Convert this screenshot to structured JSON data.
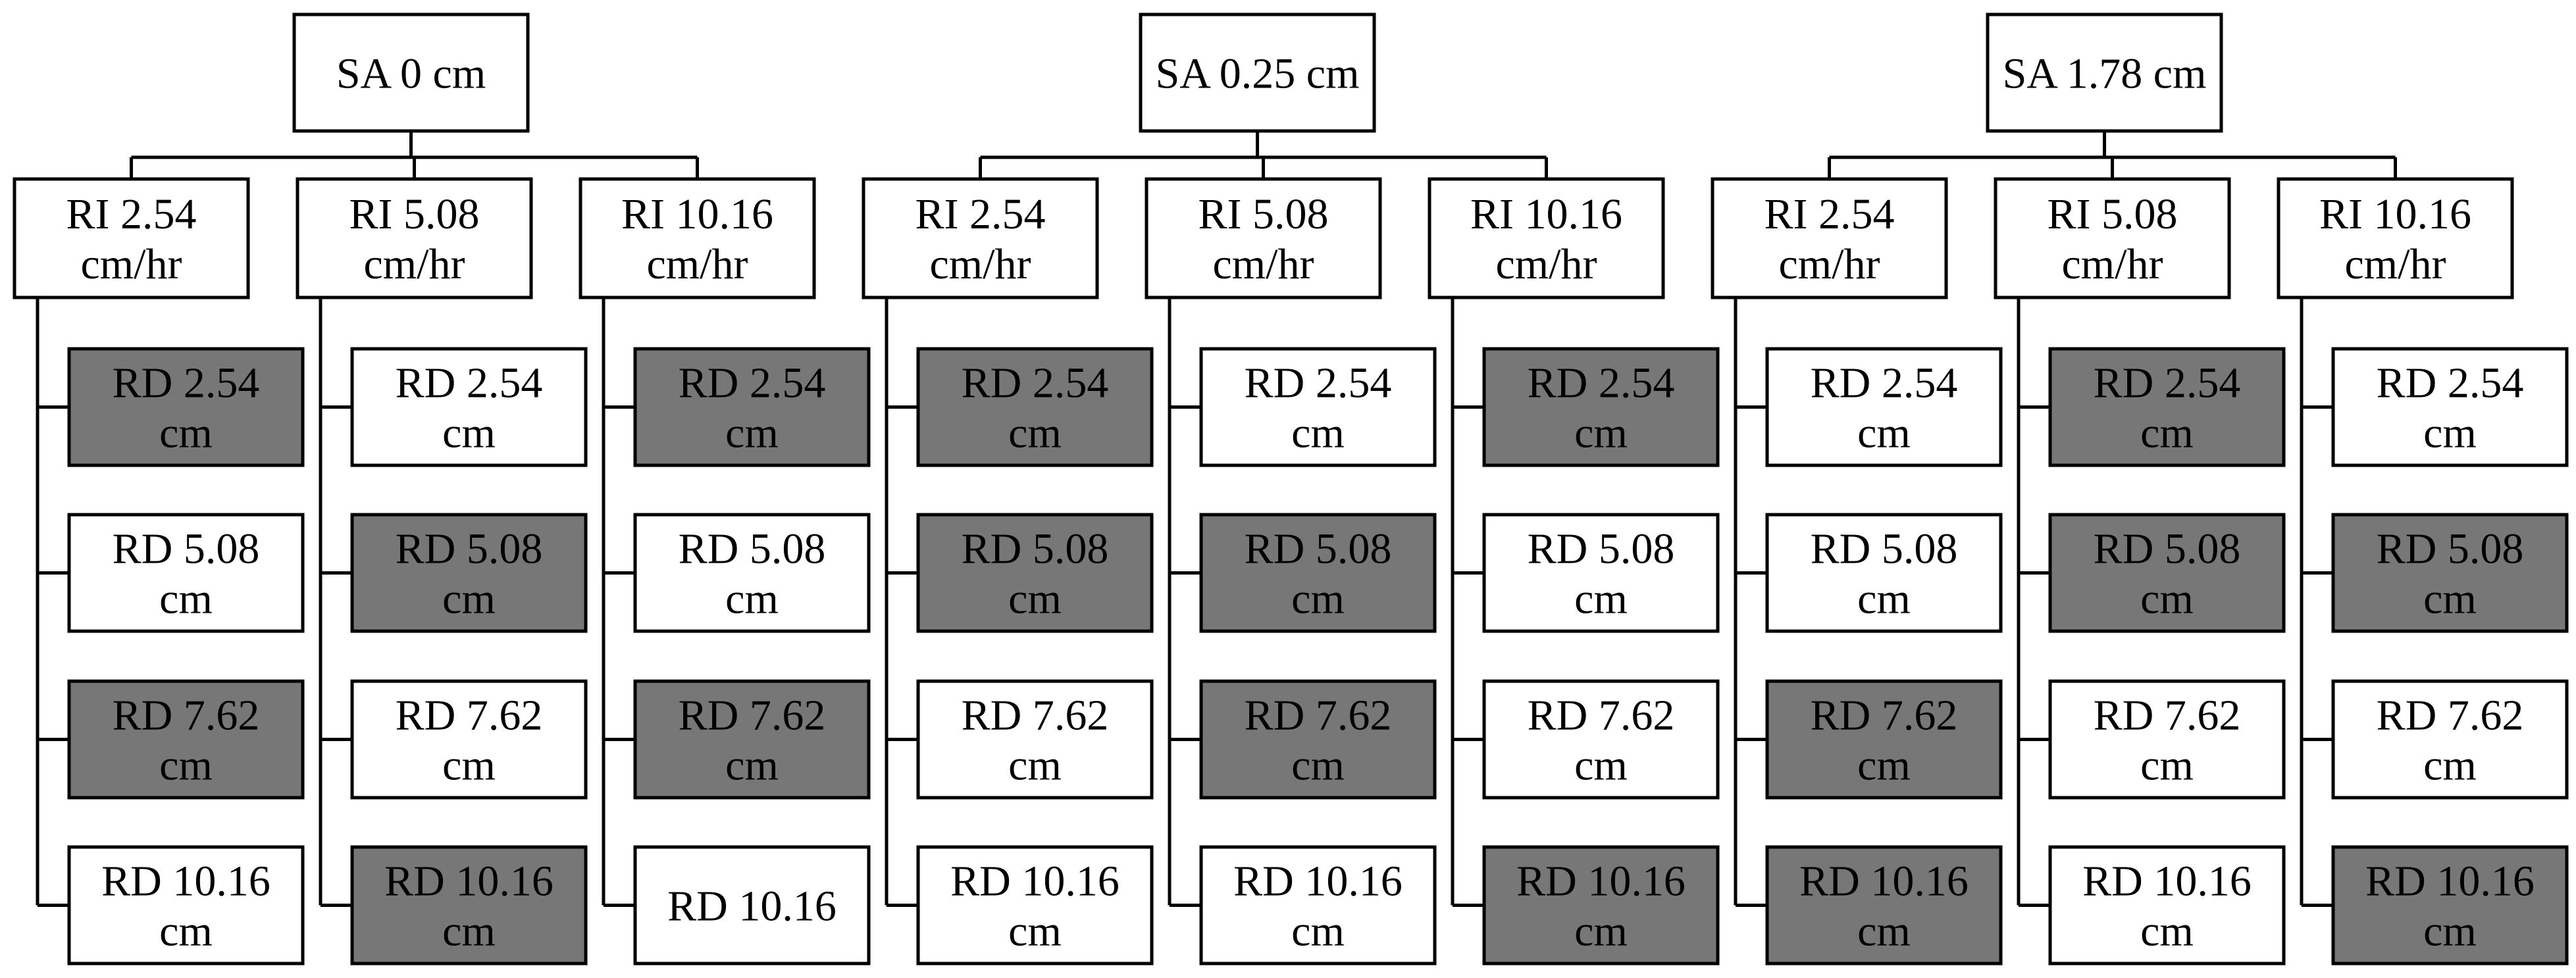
{
  "colors": {
    "highlight_fill": "#777777",
    "plain_fill": "#ffffff",
    "line": "#000000"
  },
  "groups": [
    {
      "label": "SA 0 cm",
      "branches": [
        {
          "label": [
            "RI 2.54",
            "cm/hr"
          ],
          "leaves": [
            {
              "label": [
                "RD 2.54",
                "cm"
              ],
              "highlighted": true
            },
            {
              "label": [
                "RD 5.08",
                "cm"
              ],
              "highlighted": false
            },
            {
              "label": [
                "RD 7.62",
                "cm"
              ],
              "highlighted": true
            },
            {
              "label": [
                "RD 10.16",
                "cm"
              ],
              "highlighted": false
            }
          ]
        },
        {
          "label": [
            "RI 5.08",
            "cm/hr"
          ],
          "leaves": [
            {
              "label": [
                "RD 2.54",
                "cm"
              ],
              "highlighted": false
            },
            {
              "label": [
                "RD 5.08",
                "cm"
              ],
              "highlighted": true
            },
            {
              "label": [
                "RD 7.62",
                "cm"
              ],
              "highlighted": false
            },
            {
              "label": [
                "RD 10.16",
                "cm"
              ],
              "highlighted": true
            }
          ]
        },
        {
          "label": [
            "RI 10.16",
            "cm/hr"
          ],
          "leaves": [
            {
              "label": [
                "RD 2.54",
                "cm"
              ],
              "highlighted": true
            },
            {
              "label": [
                "RD 5.08",
                "cm"
              ],
              "highlighted": false
            },
            {
              "label": [
                "RD 7.62",
                "cm"
              ],
              "highlighted": true
            },
            {
              "label": [
                "RD 10.16"
              ],
              "highlighted": false
            }
          ]
        }
      ]
    },
    {
      "label": "SA 0.25 cm",
      "branches": [
        {
          "label": [
            "RI 2.54",
            "cm/hr"
          ],
          "leaves": [
            {
              "label": [
                "RD 2.54",
                "cm"
              ],
              "highlighted": true
            },
            {
              "label": [
                "RD 5.08",
                "cm"
              ],
              "highlighted": true
            },
            {
              "label": [
                "RD 7.62",
                "cm"
              ],
              "highlighted": false
            },
            {
              "label": [
                "RD 10.16",
                "cm"
              ],
              "highlighted": false
            }
          ]
        },
        {
          "label": [
            "RI 5.08",
            "cm/hr"
          ],
          "leaves": [
            {
              "label": [
                "RD 2.54",
                "cm"
              ],
              "highlighted": false
            },
            {
              "label": [
                "RD 5.08",
                "cm"
              ],
              "highlighted": true
            },
            {
              "label": [
                "RD 7.62",
                "cm"
              ],
              "highlighted": true
            },
            {
              "label": [
                "RD 10.16",
                "cm"
              ],
              "highlighted": false
            }
          ]
        },
        {
          "label": [
            "RI 10.16",
            "cm/hr"
          ],
          "leaves": [
            {
              "label": [
                "RD 2.54",
                "cm"
              ],
              "highlighted": true
            },
            {
              "label": [
                "RD 5.08",
                "cm"
              ],
              "highlighted": false
            },
            {
              "label": [
                "RD 7.62",
                "cm"
              ],
              "highlighted": false
            },
            {
              "label": [
                "RD 10.16",
                "cm"
              ],
              "highlighted": true
            }
          ]
        }
      ]
    },
    {
      "label": "SA 1.78 cm",
      "branches": [
        {
          "label": [
            "RI 2.54",
            "cm/hr"
          ],
          "leaves": [
            {
              "label": [
                "RD 2.54",
                "cm"
              ],
              "highlighted": false
            },
            {
              "label": [
                "RD 5.08",
                "cm"
              ],
              "highlighted": false
            },
            {
              "label": [
                "RD 7.62",
                "cm"
              ],
              "highlighted": true
            },
            {
              "label": [
                "RD 10.16",
                "cm"
              ],
              "highlighted": true
            }
          ]
        },
        {
          "label": [
            "RI 5.08",
            "cm/hr"
          ],
          "leaves": [
            {
              "label": [
                "RD 2.54",
                "cm"
              ],
              "highlighted": true
            },
            {
              "label": [
                "RD 5.08",
                "cm"
              ],
              "highlighted": true
            },
            {
              "label": [
                "RD 7.62",
                "cm"
              ],
              "highlighted": false
            },
            {
              "label": [
                "RD 10.16",
                "cm"
              ],
              "highlighted": false
            }
          ]
        },
        {
          "label": [
            "RI 10.16",
            "cm/hr"
          ],
          "leaves": [
            {
              "label": [
                "RD 2.54",
                "cm"
              ],
              "highlighted": false
            },
            {
              "label": [
                "RD 5.08",
                "cm"
              ],
              "highlighted": true
            },
            {
              "label": [
                "RD 7.62",
                "cm"
              ],
              "highlighted": false
            },
            {
              "label": [
                "RD 10.16",
                "cm"
              ],
              "highlighted": true
            }
          ]
        }
      ]
    }
  ]
}
